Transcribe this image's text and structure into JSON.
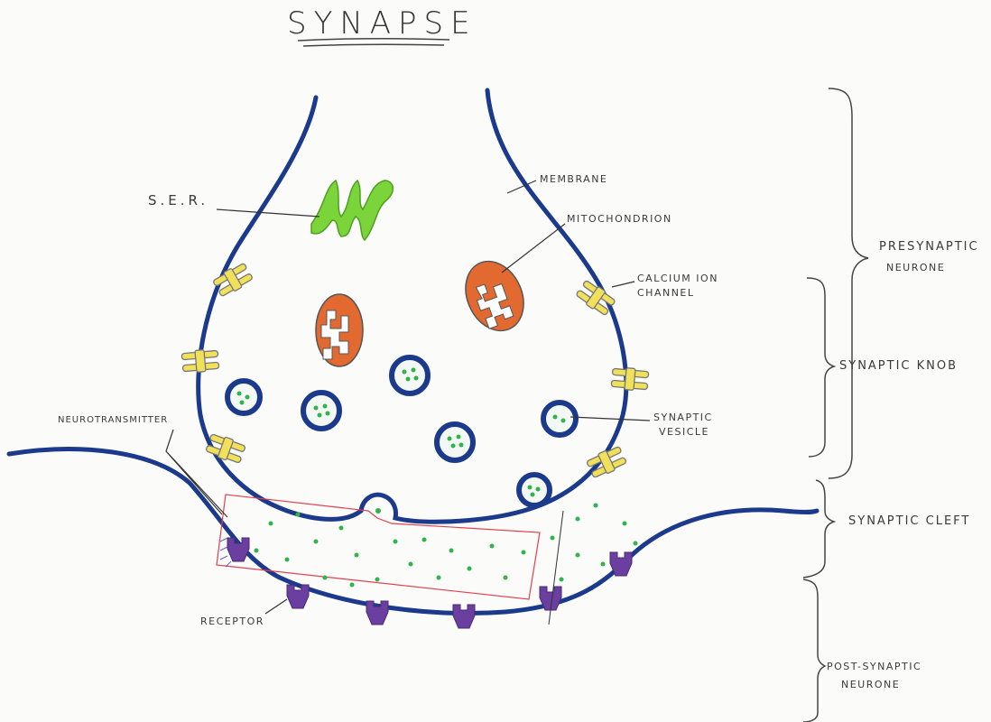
{
  "title": "SYNAPSE",
  "labels": {
    "ser": "S.E.R.",
    "membrane": "MEMBRANE",
    "mitochondrion": "MITOCHONDRION",
    "calcium_line1": "CALCIUM ION",
    "calcium_line2": "CHANNEL",
    "neurotransmitter": "NEUROTRANSMITTER",
    "synaptic_vesicle_line1": "SYNAPTIC",
    "synaptic_vesicle_line2": "VESICLE",
    "receptor": "RECEPTOR"
  },
  "regions": {
    "presynaptic_line1": "PRESYNAPTIC",
    "presynaptic_line2": "NEURONE",
    "synaptic_knob": "SYNAPTIC KNOB",
    "synaptic_cleft": "SYNAPTIC CLEFT",
    "postsynaptic_line1": "POST-SYNAPTIC",
    "postsynaptic_line2": "NEURONE"
  },
  "colors": {
    "membrane": "#1c3a8c",
    "ser": "#7bd43a",
    "mitochondrion": "#e2692f",
    "calcium_channel": "#f0e05a",
    "vesicle_dot": "#2fb34a",
    "receptor": "#6b3fa0",
    "pointer": "#333333",
    "highlight": "#e04050"
  }
}
